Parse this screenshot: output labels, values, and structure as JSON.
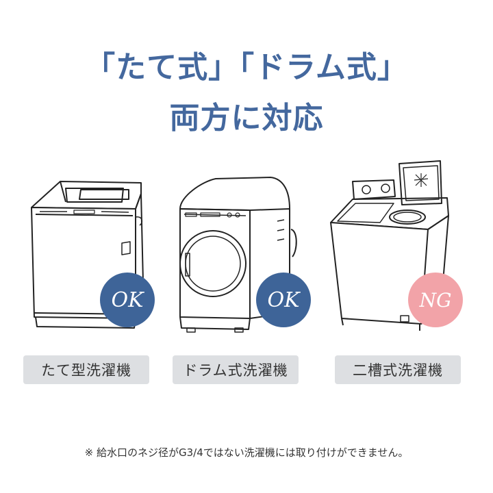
{
  "heading": {
    "line1": "「たて式」「ドラム式」",
    "line2": "両方に対応"
  },
  "machines": [
    {
      "label": "たて型洗濯機",
      "badge": "OK",
      "badge_color": "#3e6498"
    },
    {
      "label": "ドラム式洗濯機",
      "badge": "OK",
      "badge_color": "#3e6498"
    },
    {
      "label": "二槽式洗濯機",
      "badge": "NG",
      "badge_color": "#f2a3a8"
    }
  ],
  "note": "※ 給水口のネジ径がG3/4ではない洗濯機には取り付けができません。",
  "colors": {
    "heading": "#44689e",
    "label_bg": "#dddfe2"
  }
}
